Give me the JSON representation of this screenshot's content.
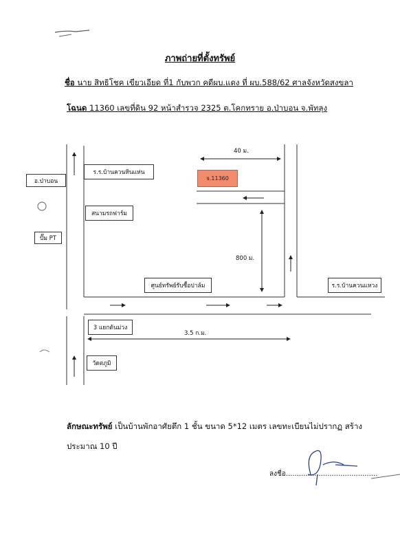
{
  "title": "ภาพถ่ายที่ตั้งทรัพย์",
  "owner": {
    "label": "ชื่อ",
    "text": " นาย สิทธิโชค เขียวเอียด ที่1 กับพวก คดีผบ.แดง ที่ ผบ.588/62 ศาลจังหวัดสงขลา"
  },
  "deed": {
    "label": "โฉนด",
    "text": " 11360 เลขที่ดิน 92 หน้าสำรวจ 2325  ต.โคกทราย อ.ป่าบอน จ.พัทลุง"
  },
  "map": {
    "labels": {
      "pa_bon": "อ.ป่าบอน",
      "pump": "ปั๊ม PT",
      "school_hin_haen": "ร.ร.บ้านควนหินแห่น",
      "football": "สนามรถฟาร์ม",
      "plot": "จ.11360",
      "support_center": "ศูนย์ทรัพย์รับซื้อปาล์ม",
      "school_waeng": "ร.ร.บ้านควนแหวง",
      "junction": "3 แยกต้นม่วง",
      "temple": "วัดตภูมิ"
    },
    "distances": {
      "d40": "40 ม.",
      "d800": "800 ม.",
      "d35": "3.5 ก.ม."
    }
  },
  "description": {
    "label": "ลักษณะทรัพย์",
    "text": "  เป็นบ้านพักอาศัยตึก 1 ชั้น ขนาด 5*12 เมตร  เลขทะเบียนไม่ปรากฏ สร้าง",
    "text2": "ประมาณ 10 ปี"
  },
  "signature": {
    "label": "ลงชื่อ.........................................."
  }
}
